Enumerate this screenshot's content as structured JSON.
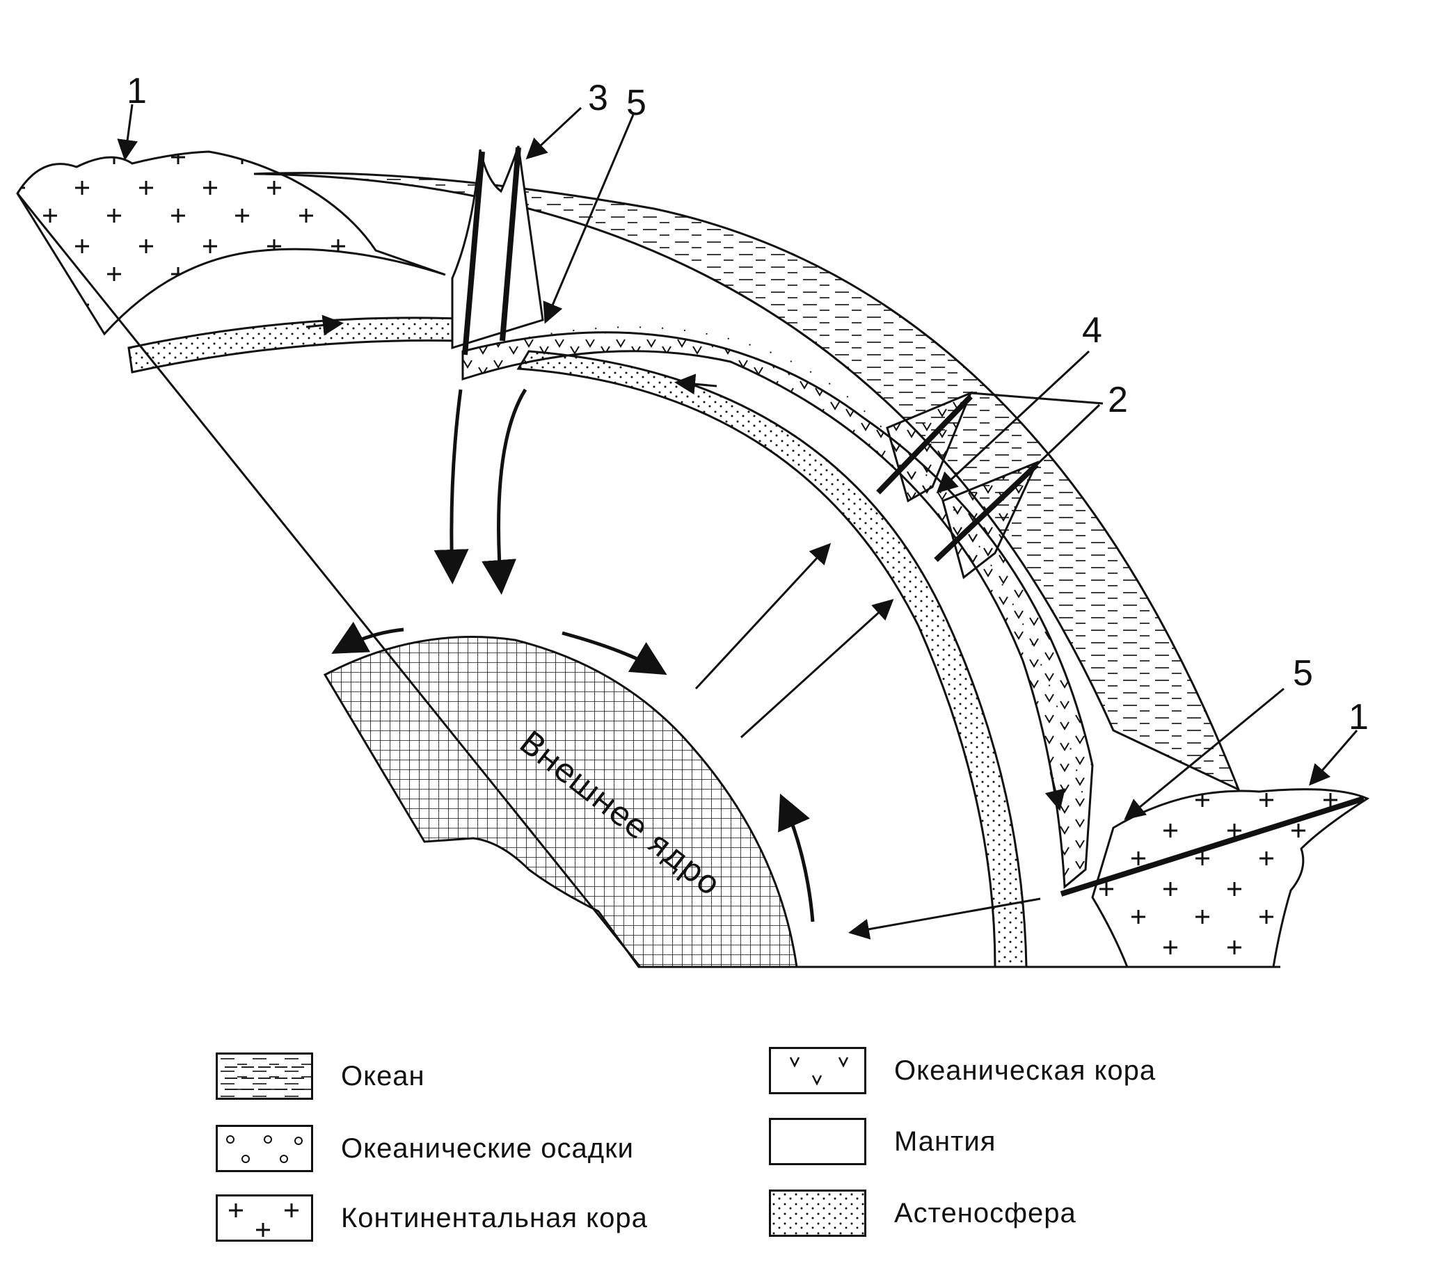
{
  "diagram": {
    "labels": {
      "n1_left": "1",
      "n3": "3",
      "n5_top": "5",
      "n4": "4",
      "n2": "2",
      "n5_bottom": "5",
      "n1_right": "1"
    },
    "core_label": "Внешнее ядро"
  },
  "legend": {
    "items": [
      {
        "label": "Океан",
        "pattern": "ocean-dashes"
      },
      {
        "label": "Океанические осадки",
        "pattern": "circles"
      },
      {
        "label": "Континентальная кора",
        "pattern": "plus"
      },
      {
        "label": "Океаническая кора",
        "pattern": "v-marks"
      },
      {
        "label": "Мантия",
        "pattern": "blank"
      },
      {
        "label": "Астеносфера",
        "pattern": "dots"
      }
    ]
  }
}
